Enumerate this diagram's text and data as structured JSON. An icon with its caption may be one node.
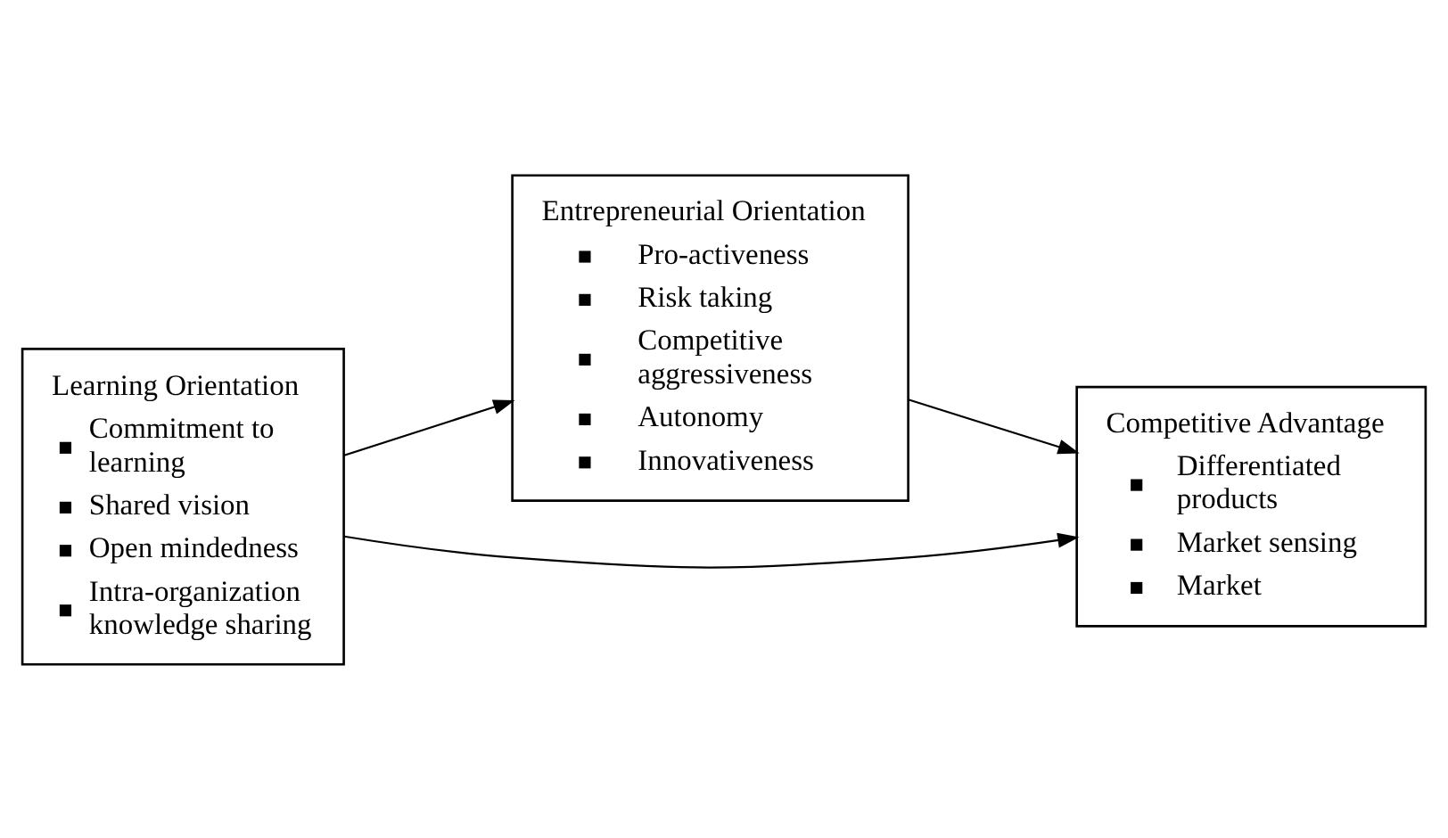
{
  "diagram": {
    "nodes": [
      {
        "text": [
          "Entrepreneurial Orientation",
          "Pro-activeness",
          "Risk taking",
          "Competitive aggressiveness",
          "Autonomy",
          "Innovativeness"
        ]
      },
      {
        "text": [
          "Learning Orientation",
          "Commitment to learning",
          "Shared vision",
          "Open mindedness",
          "Intra-organization knowledge sharing"
        ]
      },
      {
        "text": [
          "Competitive Advantage",
          "Differentiated products",
          "Market sensing",
          "Market"
        ]
      }
    ],
    "edges": [
      {
        "from": 1,
        "to": 0,
        "arrow": "to"
      },
      {
        "from": 0,
        "to": 2,
        "arrow": "to"
      },
      {
        "from": 1,
        "to": 2,
        "arrow": "to"
      }
    ]
  }
}
